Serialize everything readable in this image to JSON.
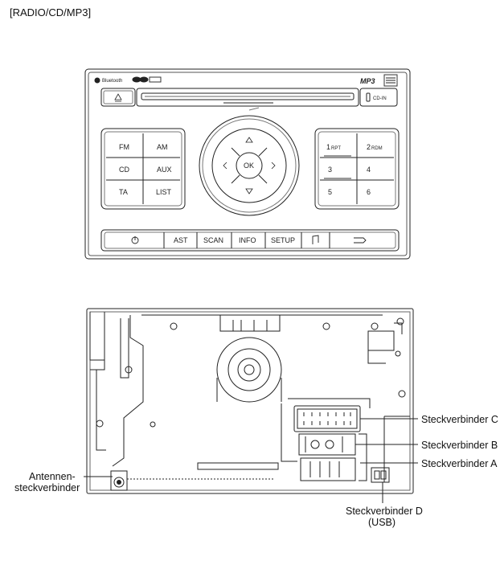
{
  "title": "[RADIO/CD/MP3]",
  "front_panel": {
    "logo_bluetooth": "Bluetooth",
    "logo_mp3": "MP3",
    "cd_in": "CD-IN",
    "buttons": {
      "fm": "FM",
      "am": "AM",
      "cd": "CD",
      "aux": "AUX",
      "ta": "TA",
      "list": "LIST",
      "ok": "OK",
      "p1": "1",
      "p1_sub": "RPT",
      "p2": "2",
      "p2_sub": "RDM",
      "p3": "3",
      "p4": "4",
      "p5": "5",
      "p6": "6",
      "ast": "AST",
      "scan": "SCAN",
      "info": "INFO",
      "setup": "SETUP"
    },
    "icons": [
      "eject-icon",
      "power-icon",
      "music-note-icon",
      "back-arrow-icon",
      "arrow-up-icon",
      "arrow-down-icon",
      "arrow-left-icon",
      "arrow-right-icon"
    ]
  },
  "rear_panel": {
    "labels": {
      "connector_c": "Steckverbinder C",
      "connector_b": "Steckverbinder B",
      "connector_a": "Steckverbinder A",
      "connector_d_line1": "Steckverbinder D",
      "connector_d_line2": "(USB)",
      "antenna_line1": "Antennen-",
      "antenna_line2": "steckverbinder"
    }
  }
}
